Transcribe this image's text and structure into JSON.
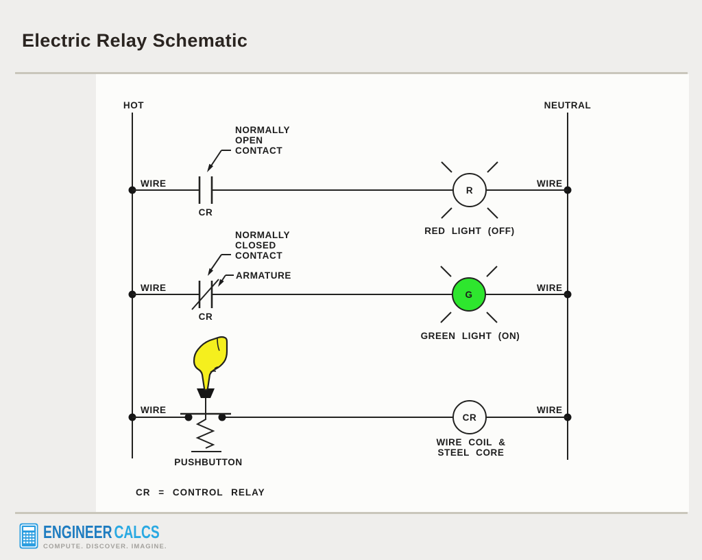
{
  "page": {
    "title": "Electric Relay Schematic"
  },
  "schematic": {
    "left_rail": "HOT",
    "right_rail": "NEUTRAL",
    "wire": "WIRE",
    "note": "CR = CONTROL RELAY",
    "rung1": {
      "contact_label": [
        "NORMALLY",
        "OPEN",
        "CONTACT"
      ],
      "contact_ref": "CR",
      "lamp_letter": "R",
      "lamp_caption": "RED LIGHT (OFF)"
    },
    "rung2": {
      "contact_label": [
        "NORMALLY",
        "CLOSED",
        "CONTACT"
      ],
      "armature_label": "ARMATURE",
      "contact_ref": "CR",
      "lamp_letter": "G",
      "lamp_caption": "GREEN LIGHT (ON)"
    },
    "rung3": {
      "switch_label": "PUSHBUTTON",
      "coil_letter": "CR",
      "coil_caption": [
        "WIRE COIL &",
        "STEEL CORE"
      ]
    },
    "colors": {
      "line": "#222220",
      "lamp_on_fill": "#2ee62e",
      "lamp_off_fill": "#fcfcfa",
      "hand_fill": "#f5ef1e",
      "divider": "#c9c6bb"
    }
  },
  "footer": {
    "brand_primary": "ENGINEER",
    "brand_secondary": "CALCS",
    "tagline": "COMPUTE. DISCOVER. IMAGINE.",
    "brand_primary_color": "#1e7cc0",
    "brand_secondary_color": "#2aa9e2"
  }
}
